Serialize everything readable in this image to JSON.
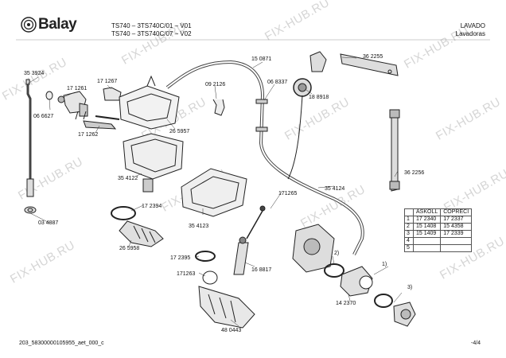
{
  "brand": "Balay",
  "header": {
    "model_line1": "TS740 – 3TS740C/01 – V01",
    "model_line2": "TS740 – 3TS740C/07 – V02",
    "category_line1": "LAVADO",
    "category_line2": "Lavadoras"
  },
  "parts": {
    "p353924": "35 3924",
    "p171261": "17 1261",
    "p171267": "17 1267",
    "p066627": "06 6627",
    "p171262": "17 1262",
    "p092126": "09 2126",
    "p150871": "15 0871",
    "p068337": "06 8337",
    "p188918": "18 8918",
    "p362255": "36 2255",
    "p265957": "26 5957",
    "p354122": "35 4122",
    "p034887": "03 4887",
    "p172394": "17 2394",
    "p354123": "35 4123",
    "p265958": "26 5958",
    "p171265": "171265",
    "p354124": "35 4124",
    "p362256": "36 2256",
    "p172395": "17 2395",
    "p171263": "171263",
    "p168817": "16 8817",
    "p480443": "48 0443",
    "p142370": "14 2370"
  },
  "callouts": {
    "c1": "1)",
    "c2": "2)",
    "c3": "3)"
  },
  "table": {
    "headers": [
      "ASKOLL",
      "COPRECI"
    ],
    "rows": [
      {
        "idx": "1",
        "a": "17 2340",
        "b": "17 2337"
      },
      {
        "idx": "2",
        "a": "15 1408",
        "b": "15 4358"
      },
      {
        "idx": "3",
        "a": "15 1409",
        "b": "17 2339"
      },
      {
        "idx": "4",
        "a": "",
        "b": ""
      },
      {
        "idx": "5",
        "a": "",
        "b": ""
      }
    ]
  },
  "footer": {
    "left": "203_58300000105955_aet_000_c",
    "right": "-4/4"
  },
  "watermark": "FIX-HUB.RU"
}
